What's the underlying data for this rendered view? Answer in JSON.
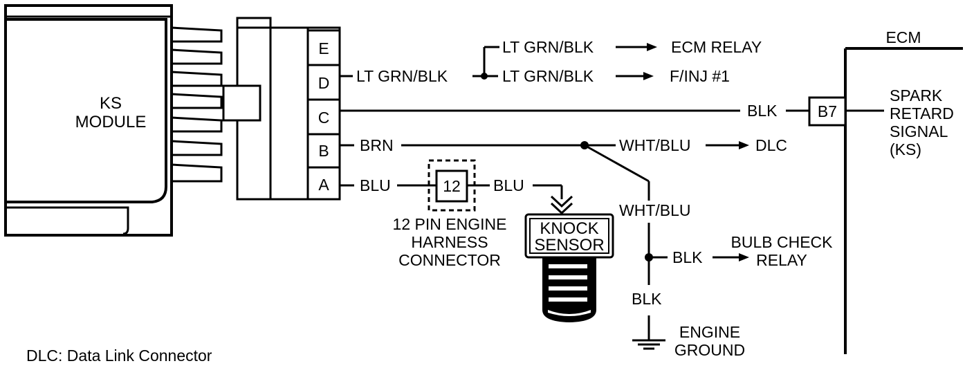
{
  "ks_module": {
    "line1": "KS",
    "line2": "MODULE"
  },
  "pins": {
    "e": "E",
    "d": "D",
    "c": "C",
    "b": "B",
    "a": "A"
  },
  "wires": {
    "d_out": "LT GRN/BLK",
    "relay_wire": "LT GRN/BLK",
    "relay_dest": "ECM RELAY",
    "inj_wire": "LT GRN/BLK",
    "inj_dest": "F/INJ #1",
    "c_wire": "BLK",
    "b_wire": "BRN",
    "dlc_wire": "WHT/BLU",
    "dlc_dest": "DLC",
    "a_wire": "BLU",
    "a_wire2": "BLU",
    "drop_wire": "WHT/BLU",
    "bulb_wire": "BLK",
    "bulb_dest1": "BULB CHECK",
    "bulb_dest2": "RELAY",
    "ground_wire": "BLK"
  },
  "ecm": {
    "label": "ECM",
    "pin": "B7",
    "signal1": "SPARK",
    "signal2": "RETARD",
    "signal3": "SIGNAL",
    "signal4": "(KS)"
  },
  "harness": {
    "pin": "12",
    "line1": "12 PIN ENGINE",
    "line2": "HARNESS",
    "line3": "CONNECTOR"
  },
  "knock_sensor": {
    "line1": "KNOCK",
    "line2": "SENSOR"
  },
  "ground": {
    "line1": "ENGINE",
    "line2": "GROUND"
  },
  "footnote": "DLC: Data Link Connector"
}
